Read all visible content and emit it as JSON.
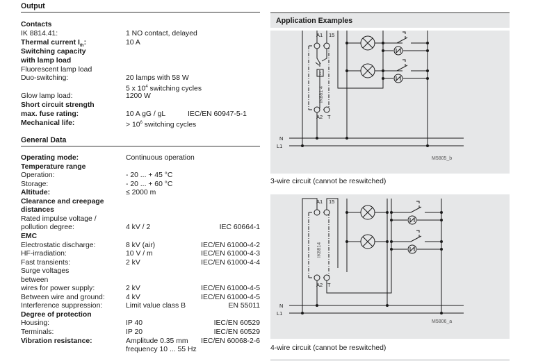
{
  "output": {
    "title": "Output",
    "rows": [
      {
        "label": "Contacts",
        "bold": true,
        "value": "",
        "standard": ""
      },
      {
        "label": "IK 8814.41:",
        "bold": false,
        "value": "1 NO contact, delayed",
        "standard": ""
      },
      {
        "label": "Thermal current I",
        "label_sub": "th",
        "label_suffix": ":",
        "bold": true,
        "value": "10 A",
        "standard": ""
      },
      {
        "label": "Switching capacity",
        "bold": true,
        "value": "",
        "standard": ""
      },
      {
        "label": "with lamp load",
        "bold": true,
        "value": "",
        "standard": ""
      },
      {
        "label": "Fluorescent lamp load",
        "bold": false,
        "value": "",
        "standard": ""
      },
      {
        "label": "Duo-switching:",
        "bold": false,
        "value": "20 lamps with 58 W",
        "standard": ""
      },
      {
        "label": "",
        "bold": false,
        "value": "5 x 10",
        "value_sup": "4",
        "value_suffix": " switching cycles",
        "standard": ""
      },
      {
        "label": "Glow lamp load:",
        "bold": false,
        "value": "1200 W",
        "standard": ""
      },
      {
        "label": "Short circuit strength",
        "bold": true,
        "value": "",
        "standard": ""
      },
      {
        "label": "max. fuse rating:",
        "bold": true,
        "value": "10 A gG / gL",
        "standard": "IEC/EN 60947-5-1"
      },
      {
        "label": "Mechanical life:",
        "bold": true,
        "value": "> 10",
        "value_sup": "6",
        "value_suffix": " switching cycles",
        "standard": ""
      }
    ]
  },
  "general": {
    "title": "General Data",
    "rows": [
      {
        "label": "Operating mode:",
        "bold": true,
        "value": "Continuous operation",
        "standard": ""
      },
      {
        "label": "Temperature range",
        "bold": true,
        "value": "",
        "standard": ""
      },
      {
        "label": "Operation:",
        "bold": false,
        "value": "- 20 ... + 45 °C",
        "standard": ""
      },
      {
        "label": "Storage:",
        "bold": false,
        "value": "- 20 ... + 60 °C",
        "standard": ""
      },
      {
        "label": "Altitude:",
        "bold": true,
        "value": "≤ 2000 m",
        "standard": ""
      },
      {
        "label": "Clearance and creepage",
        "bold": true,
        "value": "",
        "standard": ""
      },
      {
        "label": "distances",
        "bold": true,
        "value": "",
        "standard": ""
      },
      {
        "label": "Rated impulse voltage /",
        "bold": false,
        "value": "",
        "standard": ""
      },
      {
        "label": "pollution degree:",
        "bold": false,
        "value": "4 kV / 2",
        "standard": "IEC 60664-1"
      },
      {
        "label": "EMC",
        "bold": true,
        "value": "",
        "standard": ""
      },
      {
        "label": "Electrostatic discharge:",
        "bold": false,
        "value": "8 kV (air)",
        "standard": "IEC/EN 61000-4-2"
      },
      {
        "label": "HF-irradiation:",
        "bold": false,
        "value": "10 V / m",
        "standard": "IEC/EN 61000-4-3"
      },
      {
        "label": "Fast transients:",
        "bold": false,
        "value": "2 kV",
        "standard": "IEC/EN 61000-4-4"
      },
      {
        "label": "Surge voltages",
        "bold": false,
        "value": "",
        "standard": ""
      },
      {
        "label": "between",
        "bold": false,
        "value": "",
        "standard": ""
      },
      {
        "label": "wires for power supply:",
        "bold": false,
        "value": "2 kV",
        "standard": "IEC/EN 61000-4-5"
      },
      {
        "label": "Between wire and ground:",
        "bold": false,
        "value": "4 kV",
        "standard": "IEC/EN 61000-4-5"
      },
      {
        "label": "Interference suppression:",
        "bold": false,
        "value": "Limit value class B",
        "standard": "EN 55011"
      },
      {
        "label": "Degree of protection",
        "bold": true,
        "value": "",
        "standard": ""
      },
      {
        "label": "Housing:",
        "bold": false,
        "value": "IP 40",
        "standard": "IEC/EN 60529"
      },
      {
        "label": "Terminals:",
        "bold": false,
        "value": "IP 20",
        "standard": "IEC/EN 60529"
      },
      {
        "label": "Vibration resistance:",
        "bold": true,
        "value": "Amplitude 0.35 mm",
        "standard": "IEC/EN 60068-2-6"
      },
      {
        "label": "",
        "bold": false,
        "value": "frequency 10 ... 55 Hz",
        "standard": ""
      }
    ]
  },
  "application": {
    "title": "Application Examples",
    "diagrams": [
      {
        "caption": "3-wire circuit (cannot be reswitched)",
        "drawing_id": "M5805_b",
        "device_label": "IK881 4",
        "terminals": {
          "a1": "A1",
          "t15": "15",
          "a2": "A2",
          "t": "T"
        },
        "bus_labels": {
          "n": "N",
          "l1": "L1"
        }
      },
      {
        "caption": "4-wire circuit (cannot be reswitched)",
        "drawing_id": "M5806_a",
        "device_label": "IK8814",
        "terminals": {
          "a1": "A1",
          "t15": "15",
          "a2": "A2",
          "t": "T"
        },
        "bus_labels": {
          "n": "N",
          "l1": "L1"
        }
      }
    ]
  },
  "colors": {
    "panel_bg": "#e6e7e8",
    "line": "#1a1a1a",
    "text": "#1a1a1a"
  }
}
